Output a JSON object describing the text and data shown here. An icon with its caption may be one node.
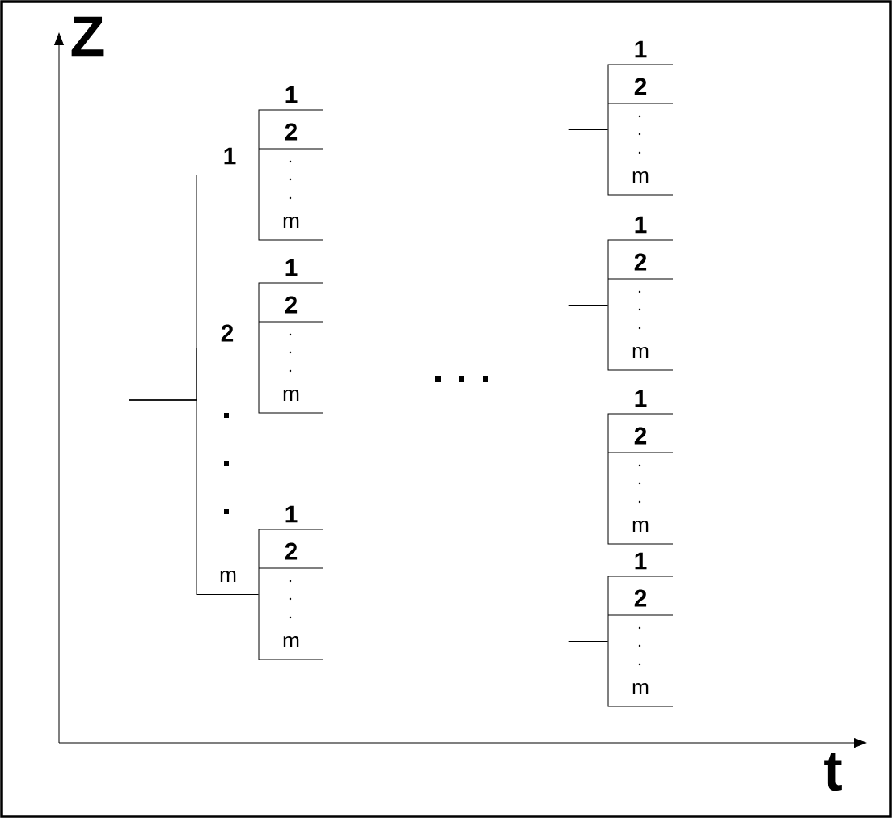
{
  "diagram": {
    "nodes": [
      {
        "text": [
          "1",
          "2",
          "m"
        ]
      },
      {
        "text": [
          "1",
          "2",
          "m"
        ]
      },
      {
        "text": [
          "1",
          "2",
          "m"
        ]
      },
      {
        "text": [
          "1",
          "2",
          "m"
        ]
      },
      {
        "text": [
          "1",
          "2",
          "m"
        ]
      },
      {
        "text": [
          "1",
          "2",
          "m"
        ]
      },
      {
        "text": [
          "1",
          "2",
          "m"
        ]
      }
    ],
    "edges": [
      {
        "from": null,
        "to": 0,
        "arrow": "none",
        "label": "1"
      },
      {
        "from": null,
        "to": 1,
        "arrow": "none",
        "label": "2"
      },
      {
        "from": null,
        "to": 2,
        "arrow": "none",
        "label": "m"
      },
      {
        "from": null,
        "to": 3,
        "arrow": "none"
      },
      {
        "from": null,
        "to": 4,
        "arrow": "none"
      },
      {
        "from": null,
        "to": 5,
        "arrow": "none"
      },
      {
        "from": null,
        "to": 6,
        "arrow": "none"
      }
    ],
    "labels": [
      "Z",
      "t"
    ]
  }
}
